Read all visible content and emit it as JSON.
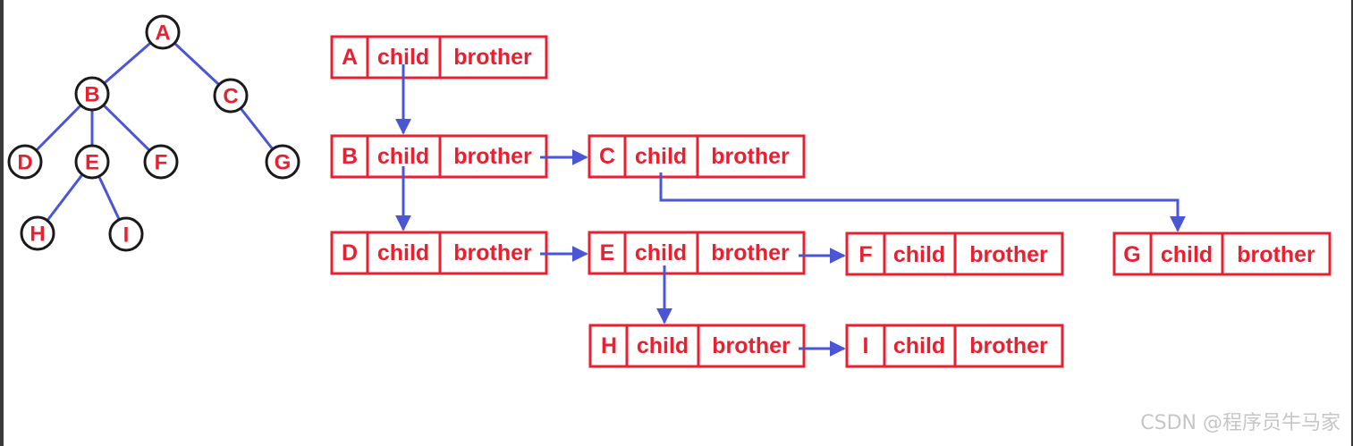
{
  "tree": {
    "nodes": [
      "A",
      "B",
      "C",
      "D",
      "E",
      "F",
      "G",
      "H",
      "I"
    ]
  },
  "storage": {
    "fields": [
      "child",
      "brother"
    ],
    "records": [
      {
        "node": "A"
      },
      {
        "node": "B"
      },
      {
        "node": "C"
      },
      {
        "node": "D"
      },
      {
        "node": "E"
      },
      {
        "node": "F"
      },
      {
        "node": "G"
      },
      {
        "node": "H"
      },
      {
        "node": "I"
      }
    ]
  },
  "colors": {
    "node_text": "#e8202f",
    "edges": "#4a56d6",
    "circle_border": "#1a1a1a"
  },
  "watermark": "CSDN @程序员牛马家"
}
